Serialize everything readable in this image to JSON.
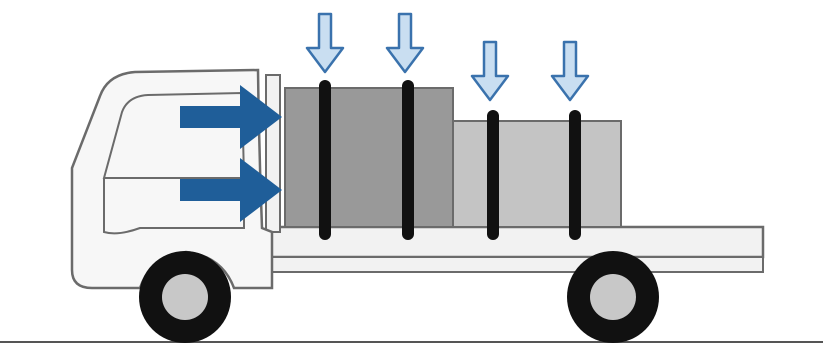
{
  "colors": {
    "background": "#ffffff",
    "truck_outline": "#6b6b6b",
    "cab_fill": "#f7f7f7",
    "bed_fill": "#f2f2f2",
    "cargo_large_fill": "#999999",
    "cargo_small_fill": "#c4c4c4",
    "strap_fill": "#111111",
    "wheel_tire": "#111111",
    "wheel_rim": "#c8c8c8",
    "ground_line": "#555555",
    "horizontal_arrow_fill": "#1f5e99",
    "vertical_arrow_fill": "#c9def1",
    "vertical_arrow_stroke": "#3a72ad"
  },
  "icons": {
    "forward_force_arrow": "arrow-right-icon",
    "downward_force_arrow": "arrow-down-icon",
    "wheel": "wheel-icon"
  },
  "counts": {
    "forward_force_arrows": 2,
    "downward_force_arrows": 4,
    "tie_down_straps": 4,
    "cargo_blocks": 2,
    "wheels": 2
  }
}
